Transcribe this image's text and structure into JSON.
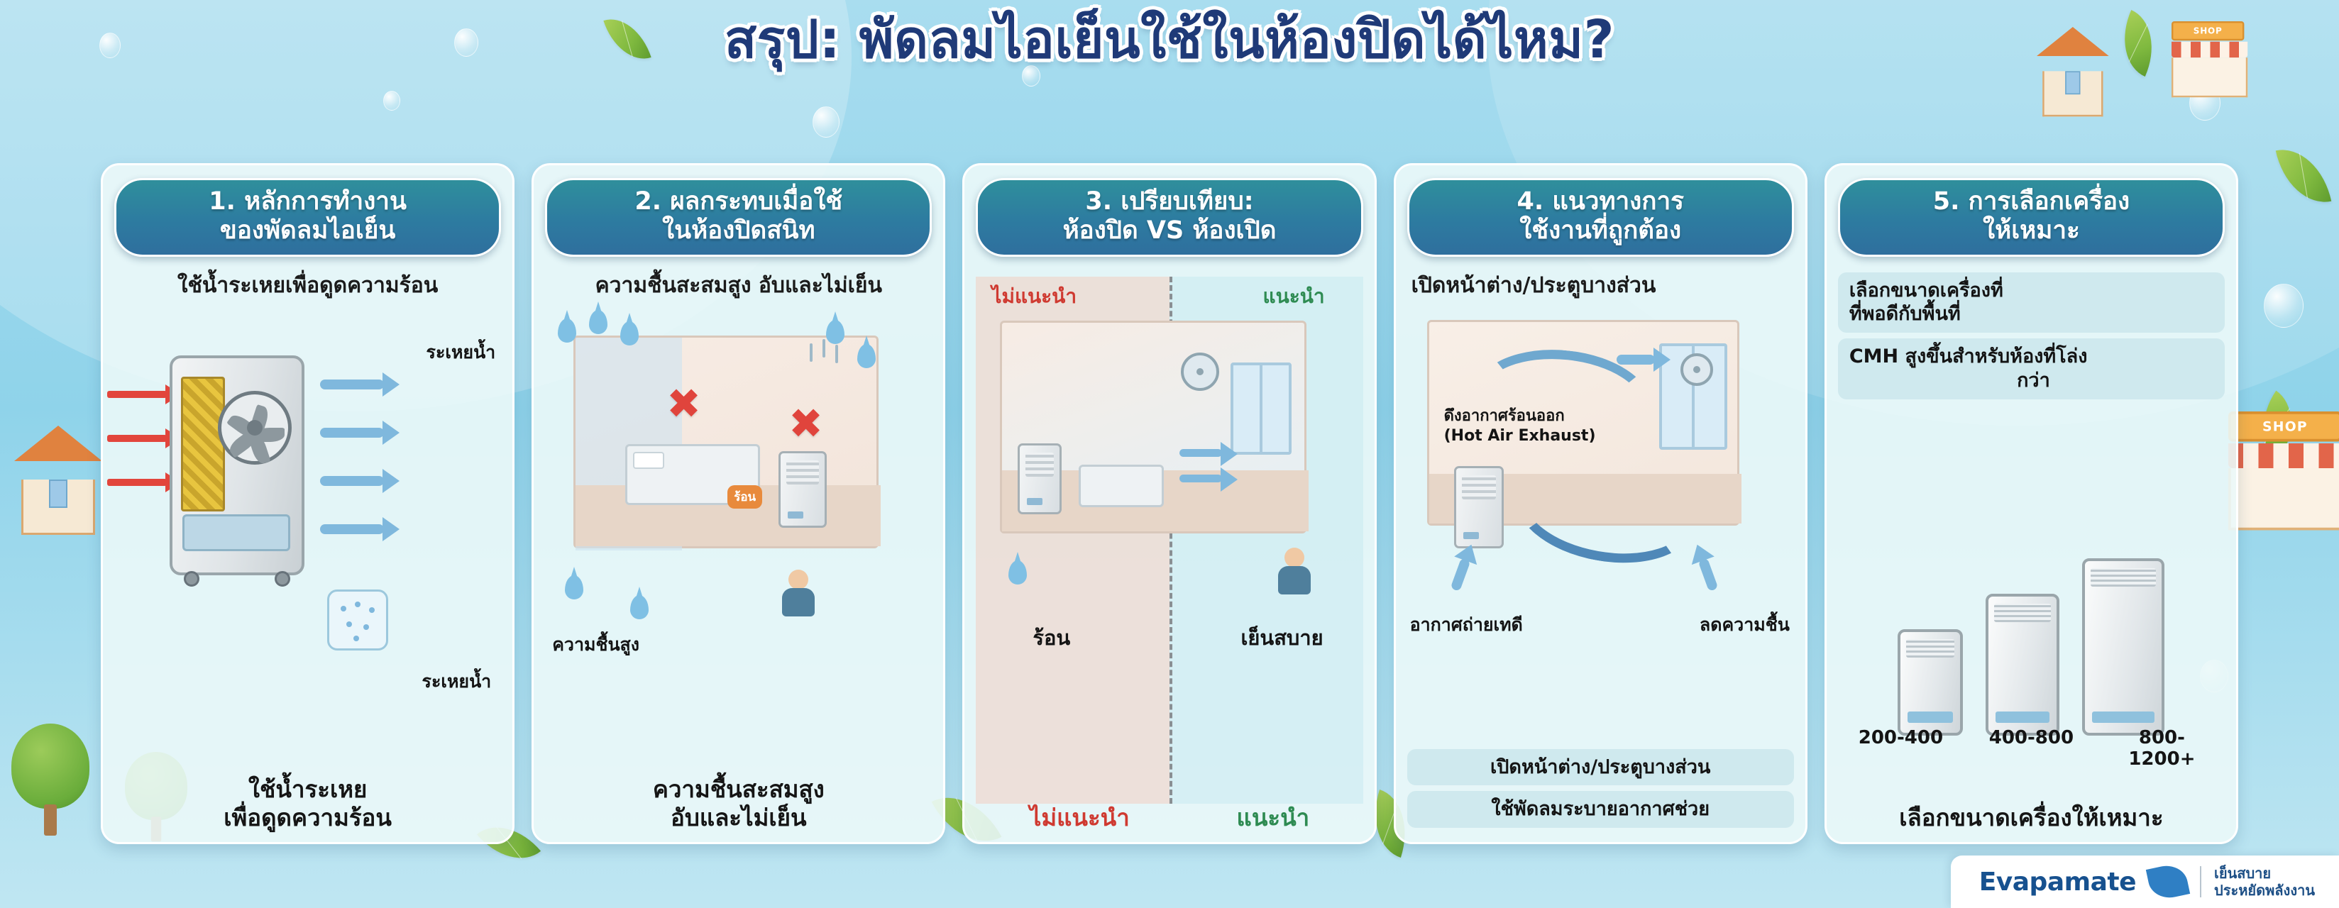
{
  "title": "สรุป: พัดลมไอเย็นใช้ในห้องปิดได้ไหม?",
  "colors": {
    "title_blue": "#1f3a78",
    "header_teal": "#2d7ba0",
    "warn_red": "#cf3a31",
    "ok_green": "#2e8b52",
    "accent_blue": "#7fb8dd",
    "hot_red": "#e2453c",
    "brand_blue": "#17518f"
  },
  "cards": [
    {
      "header": "1. หลักการทำงาน\nของพัดลมไอเย็น",
      "header_line1": "1. หลักการทำงาน",
      "header_line2": "ของพัดลมไอเย็น",
      "lead": "ใช้น้ำระเหยเพื่อดูดความร้อน",
      "label_top": "ระเหยน้ำ",
      "label_bottom": "ระเหยน้ำ",
      "footer_line1": "ใช้น้ำระเหย",
      "footer_line2": "เพื่อดูดความร้อน"
    },
    {
      "header_line1": "2. ผลกระทบเมื่อใช้",
      "header_line2": "ในห้องปิดสนิท",
      "lead": "ความชื้นสะสมสูง อับและไม่เย็น",
      "label_humidity": "ความชื้นสูง",
      "label_hot": "ร้อน",
      "footer_line1": "ความชื้นสะสมสูง",
      "footer_line2": "อับและไม่เย็น"
    },
    {
      "header_line1": "3. เปรียบเทียบ:",
      "header_line2": "ห้องปิด VS ห้องเปิด",
      "label_left_top": "ไม่แนะนำ",
      "label_right_top": "แนะนำ",
      "label_left_mid": "ร้อน",
      "label_right_mid": "เย็นสบาย",
      "footer_left": "ไม่แนะนำ",
      "footer_right": "แนะนำ"
    },
    {
      "header_line1": "4. แนวทางการ",
      "header_line2": "ใช้งานที่ถูกต้อง",
      "lead": "เปิดหน้าต่าง/ประตูบางส่วน",
      "callout_line1": "ดึงอากาศร้อนออก",
      "callout_line2": "(Hot Air Exhaust)",
      "label_left": "อากาศถ่ายเทดี",
      "label_right": "ลดความชื้น",
      "band1": "เปิดหน้าต่าง/ประตูบางส่วน",
      "band2": "ใช้พัดลมระบายอากาศช่วย"
    },
    {
      "header_line1": "5. การเลือกเครื่อง",
      "header_line2": "ให้เหมาะ",
      "band1_line1": "เลือกขนาดเครื่องที่",
      "band1_line2": "ที่พอดีกับพื้นที่",
      "band2_line1": "CMH สูงขึ้นสำหรับห้องที่โล่ง",
      "band2_line2": "กว่า",
      "sizes": [
        "200-400",
        "400-800",
        "800-1200+"
      ],
      "footer": "เลือกขนาดเครื่องให้เหมาะ"
    }
  ],
  "decor": {
    "shop_sign": "SHOP",
    "shop_sign_right": "SHOP"
  },
  "brand": {
    "name": "Evapamate",
    "tagline_line1": "เย็นสบาย",
    "tagline_line2": "ประหยัดพลังงาน"
  }
}
